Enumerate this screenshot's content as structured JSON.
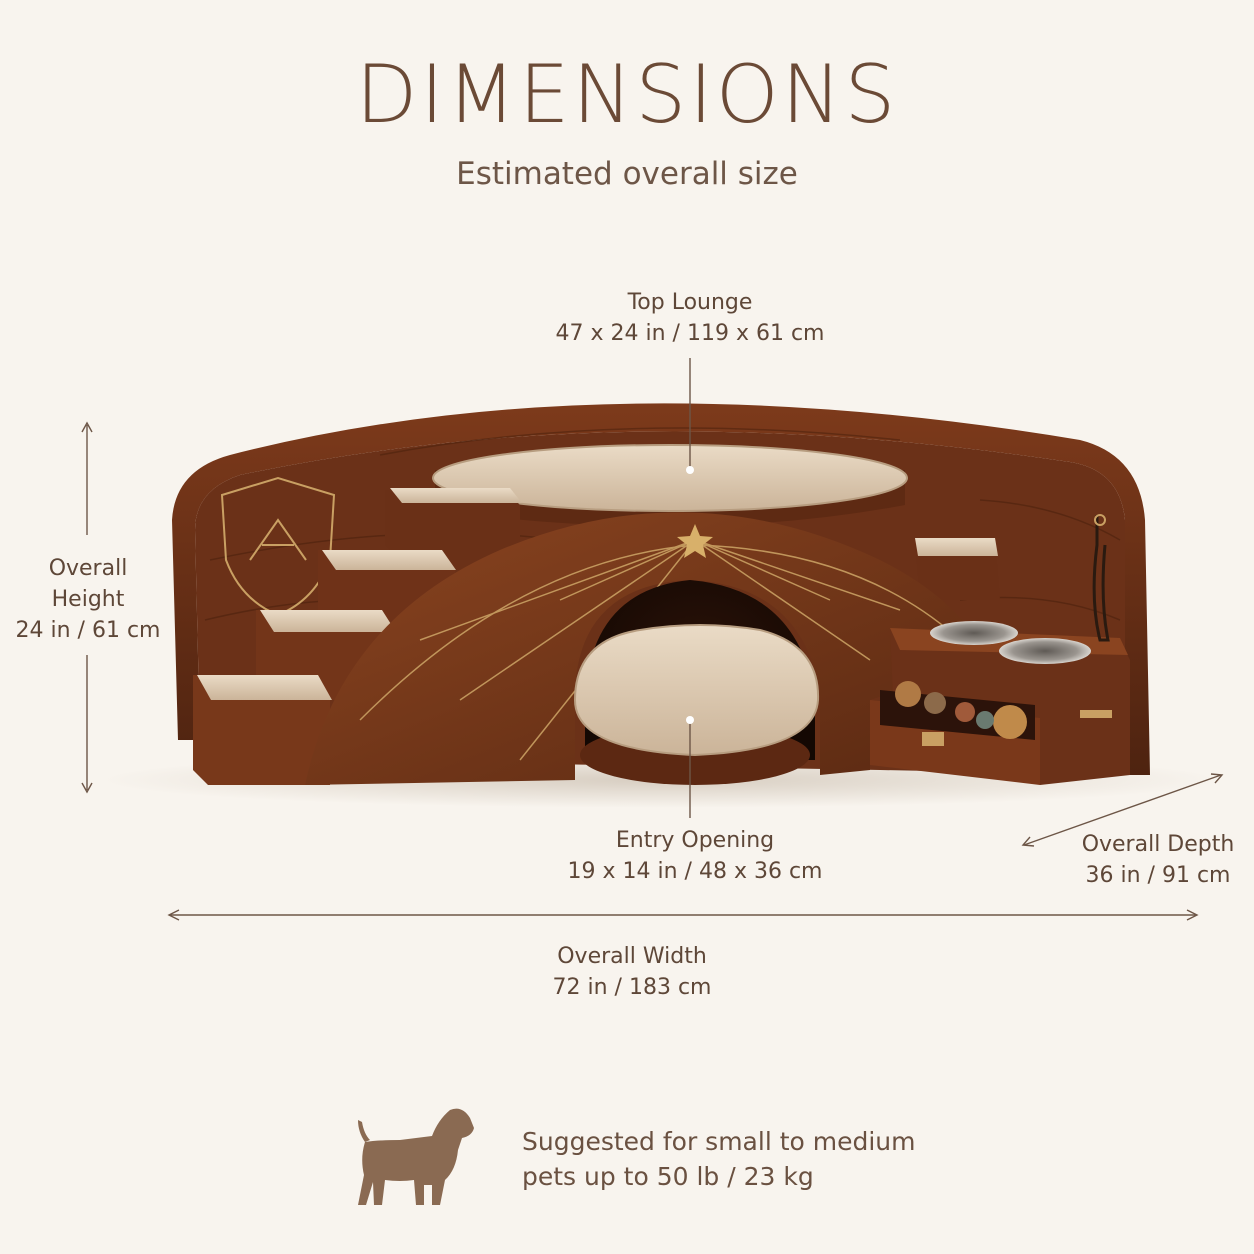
{
  "header": {
    "title": "DIMENSIONS",
    "subtitle": "Estimated overall size"
  },
  "dimensions": {
    "top_lounge": {
      "label": "Top Lounge",
      "value": "47 x 24 in / 119 x 61 cm"
    },
    "overall_height": {
      "label_line1": "Overall",
      "label_line2": "Height",
      "value": "24 in / 61 cm"
    },
    "entry_opening": {
      "label": "Entry Opening",
      "value": "19 x 14 in / 48 x 36 cm"
    },
    "overall_depth": {
      "label": "Overall Depth",
      "value": "36 in / 91 cm"
    },
    "overall_width": {
      "label": "Overall Width",
      "value": "72 in / 183 cm"
    }
  },
  "footer": {
    "line1": "Suggested for small to medium",
    "line2": "pets up to 50 lb / 23 kg",
    "icon": "dog-icon"
  },
  "colors": {
    "background": "#f8f4ee",
    "text": "#5e4738",
    "wood_dark": "#5a2a14",
    "wood_mid": "#7a3a1c",
    "cushion": "#e4d3bd",
    "brass": "#c9a063"
  }
}
